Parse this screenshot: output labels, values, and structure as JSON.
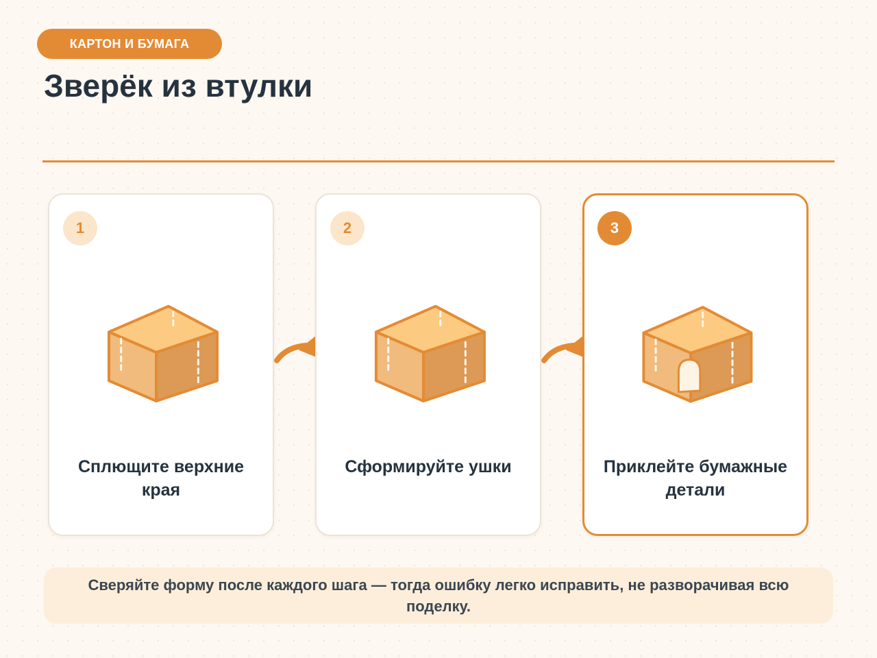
{
  "header": {
    "category": "КАРТОН И БУМАГА",
    "title": "Зверёк из втулки"
  },
  "steps": [
    {
      "number": "1",
      "label": "Сплющите верхние края",
      "active": false
    },
    {
      "number": "2",
      "label": "Сформируйте ушки",
      "active": false
    },
    {
      "number": "3",
      "label": "Приклейте бумажные детали",
      "active": true
    }
  ],
  "note": "Сверяйте форму после каждого шага — тогда ошибку легко исправить, не разворачивая всю поделку.",
  "colors": {
    "accent": "#e38b34",
    "text": "#26333f",
    "box_top": "#fcca80",
    "box_left": "#f0bb7c",
    "box_right": "#dc9a56"
  }
}
